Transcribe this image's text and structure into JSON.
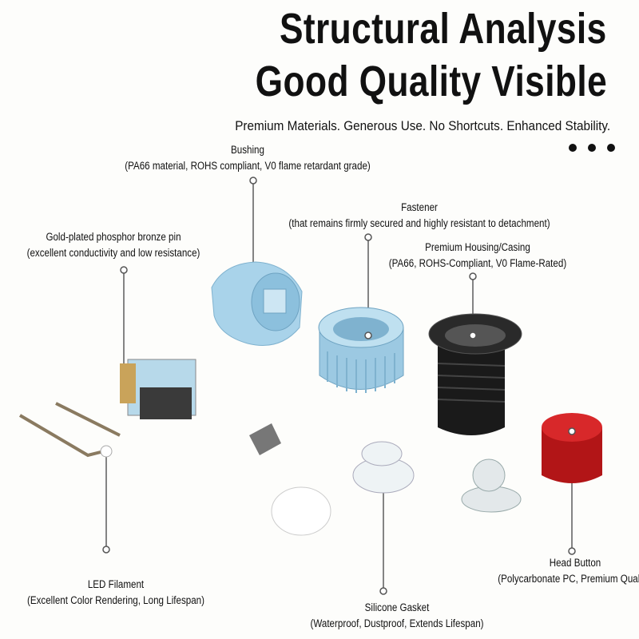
{
  "header": {
    "title_line1": "Structural Analysis",
    "title_line2": "Good Quality Visible",
    "subtitle": "Premium Materials. Generous Use. No Shortcuts. Enhanced Stability."
  },
  "callouts": {
    "bushing": {
      "name": "Bushing",
      "detail": "(PA66 material, ROHS compliant, V0 flame retardant grade)"
    },
    "fastener": {
      "name": "Fastener",
      "detail": "(that remains firmly secured and highly resistant to detachment)"
    },
    "pin": {
      "name": "Gold-plated phosphor bronze pin",
      "detail": "(excellent conductivity and low resistance)"
    },
    "housing": {
      "name": "Premium Housing/Casing",
      "detail": "(PA66, ROHS-Compliant, V0 Flame-Rated)"
    },
    "led": {
      "name": "LED Filament",
      "detail": "(Excellent Color Rendering, Long Lifespan)"
    },
    "gasket": {
      "name": "Silicone Gasket",
      "detail": "(Waterproof, Dustproof, Extends Lifespan)"
    },
    "head": {
      "name": "Head Button",
      "detail": "(Polycarbonate PC, Premium Quality)"
    }
  },
  "colors": {
    "bushing": "#a9d3ea",
    "housing": "#1a1a1a",
    "head": "#c0191b",
    "gold": "#c9a35a"
  }
}
